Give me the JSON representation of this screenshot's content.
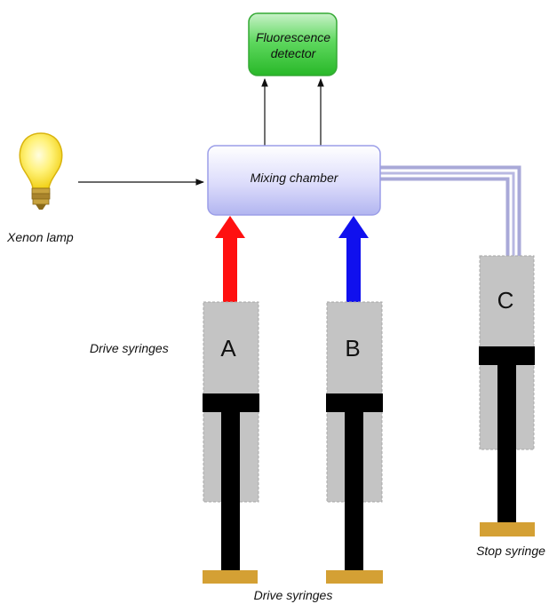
{
  "detector": {
    "line1": "Fluorescence",
    "line2": "detector"
  },
  "chamber": {
    "label": "Mixing chamber"
  },
  "lamp": {
    "label": "Xenon lamp"
  },
  "syringes": {
    "a": {
      "letter": "A"
    },
    "b": {
      "letter": "B"
    },
    "c": {
      "letter": "C"
    }
  },
  "labels": {
    "drive_side": "Drive syringes",
    "drive_bottom": "Drive syringes",
    "stop": "Stop syringe"
  },
  "colors": {
    "syringe_body": "#c4c4c4",
    "plunger": "#000000",
    "plunger_base": "#d4a034",
    "arrow_a": "#ff1010",
    "arrow_b": "#1010ee",
    "tube": "#a9a9d8",
    "detector_fill": "#2fc52f",
    "chamber_fill": "#c7c9f6"
  }
}
